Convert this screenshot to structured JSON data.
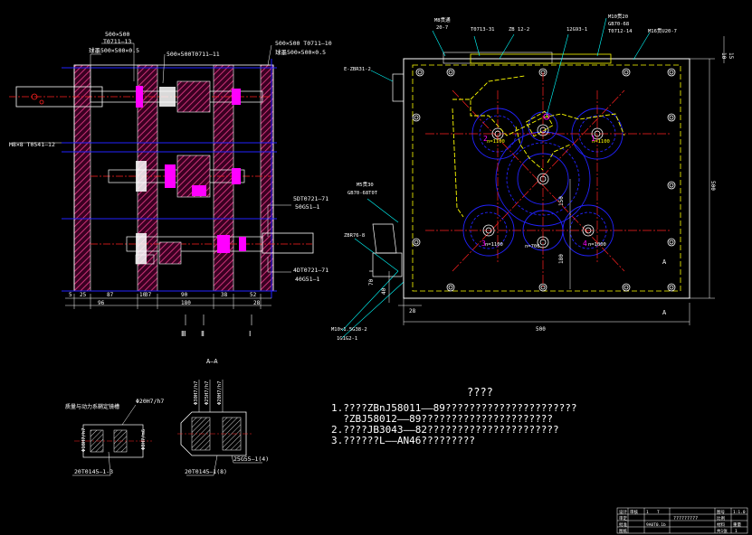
{
  "section_view": {
    "labels": {
      "top_spec1": "500×500",
      "top_spec1b": "T0711—13",
      "top_spec1c": "球墨500×500×0.5",
      "top_spec2": "500×500T0711—11",
      "top_spec3": "500×500 T0711—10",
      "top_spec3b": "球墨500×500×0.5",
      "left_callout": "M8×8  T0541—12",
      "right_callout1": "5DT0721—71",
      "right_callout1b": "50G51—1",
      "right_callout2": "4DT0721—71",
      "right_callout2b": "40G51—1",
      "section_markers": [
        "Ⅲ",
        "Ⅱ",
        "Ⅰ"
      ]
    },
    "dims": [
      "5",
      "25",
      "87",
      "10",
      "37",
      "90",
      "38",
      "52",
      "96",
      "180",
      "28"
    ]
  },
  "plan_view": {
    "labels": {
      "m8_a": "M8贯通",
      "m8_a2": "20-7",
      "t0713": "T0713-31",
      "zb": "ZB 12-2",
      "g1293": "12G93-1",
      "m10": "M10贯20",
      "gb70": "GB70-68",
      "t0712": "T0712-14",
      "m16": "M16贯U20-7",
      "ezb": "E-ZBR31-2",
      "m5": "M5贯30",
      "gb70b": "GB70-68T0T",
      "zbr": "ZBR76-8",
      "m10b": "M10×1.5G38-2",
      "g1g": "1G1G2-1",
      "n1": "n=1100",
      "n2": "n=1100",
      "n3": "n=1100",
      "n4": "n=706",
      "n5": "n=1000",
      "num1": "1",
      "num2": "2",
      "num3": "3",
      "num4": "4",
      "a_mark": "A",
      "a_mark2": "A"
    },
    "dims": [
      "500",
      "500",
      "150",
      "180",
      "70",
      "40",
      "28",
      "10",
      "15"
    ]
  },
  "detail_views": {
    "title": "A—A",
    "left_note": "质量与动力系鞘定镜槽",
    "d1": "Φ20H7/h7",
    "d2": "Φ18H7/h7",
    "d3": "Φ8H7/m6",
    "d4": "20T0145—1-3",
    "d5": "20T0145—1(8)",
    "d6": "25G55—1(4)",
    "v1": "Φ30H7/h7",
    "v2": "Φ25H7/h7",
    "v3": "Φ20H7/h7"
  },
  "notes": {
    "title": "????",
    "lines": [
      "1.????ZBnJ58011——89??????????????????????",
      "  ?ZBJ58012——89??????????????????????",
      "2.????JB3043——82??????????????????????",
      "3.??????L——AN46?????????"
    ]
  },
  "title_block": {
    "cells": [
      "设计",
      "审核",
      "1",
      "T",
      "?????????",
      "图号",
      "比例",
      "1:1.0",
      "审定",
      "批准",
      "9A0T0.1b",
      "材料",
      "重量",
      "图纸",
      "共1张",
      "1"
    ]
  },
  "colors": {
    "background": "#000000",
    "outline": "#ffffff",
    "blue": "#2222ff",
    "red": "#ff2020",
    "magenta": "#ff00ff",
    "yellow": "#ffff00",
    "cyan": "#00ffff",
    "hatch": "#aa2266"
  }
}
